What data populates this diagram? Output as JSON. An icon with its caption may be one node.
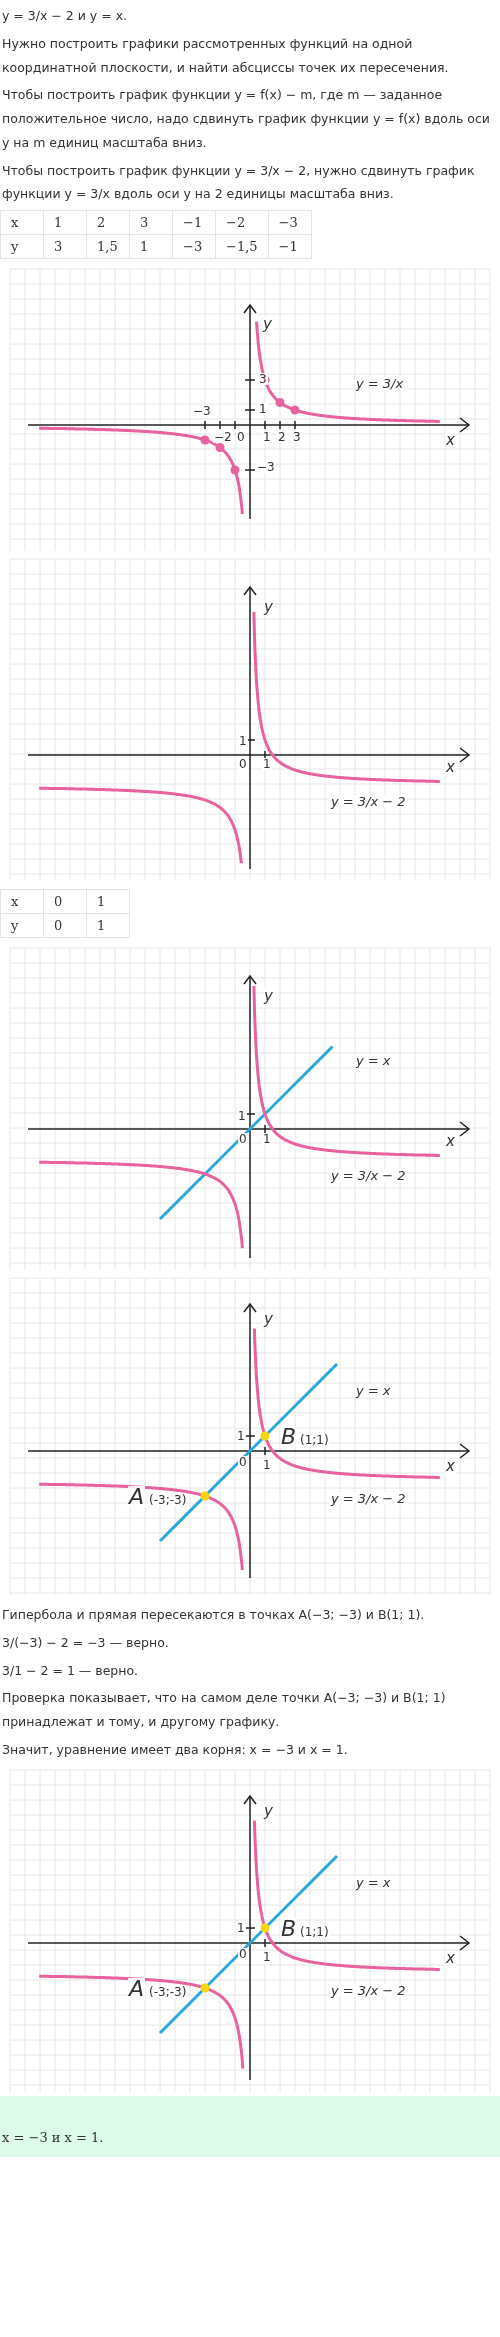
{
  "diagram": {
    "labels": [
      "y = 3/x − 2 и y = x.",
      "Нужно построить графики рассмотренных функций на одной координатной плоскости, и найти абсциссы точек их пересечения.",
      "Чтобы построить график функции y = f(x) − m, где m — заданное положительное число, надо сдвинуть график функции y = f(x) вдоль оси y на m единиц масштаба вниз.",
      "Чтобы построить график функции y = 3/x − 2, нужно сдвинуть график функции y = 3/x вдоль оси y на 2 единицы масштаба вниз.",
      "x",
      "1",
      "2",
      "3",
      "−1",
      "−2",
      "−3",
      "y",
      "3",
      "1,5",
      "1",
      "−3",
      "−1,5",
      "−1",
      "y",
      "−3",
      "3",
      "1",
      "−2",
      "0",
      "1",
      "2",
      "3",
      "−3",
      "x",
      "y = 3/x",
      "y",
      "1",
      "0",
      "1",
      "x",
      "y = 3/x − 2",
      "x",
      "0",
      "1",
      "y",
      "0",
      "1",
      "y",
      "y = x",
      "1",
      "0",
      "1",
      "x",
      "y = 3/x − 2",
      "y",
      "y = x",
      "1",
      "B",
      "(1;1)",
      "0",
      "1",
      "x",
      "A",
      "(-3;-3)",
      "y = 3/x − 2",
      "Гипербола и прямая пересекаются в точках A(−3; −3) и B(1; 1).",
      "3/(−3) − 2 = −3 — верно.",
      "3/1 − 2 = 1 — верно.",
      "Проверка показывает, что на самом деле точки A(−3; −3) и B(1; 1) принадлежат и тому, и другому графику.",
      "Значит, уравнение имеет два корня: x = −3 и x = 1.",
      "y",
      "y = x",
      "1",
      "B",
      "(1;1)",
      "0",
      "1",
      "x",
      "A",
      "(-3;-3)",
      "y = 3/x − 2",
      "x = −3 и x = 1."
    ]
  }
}
